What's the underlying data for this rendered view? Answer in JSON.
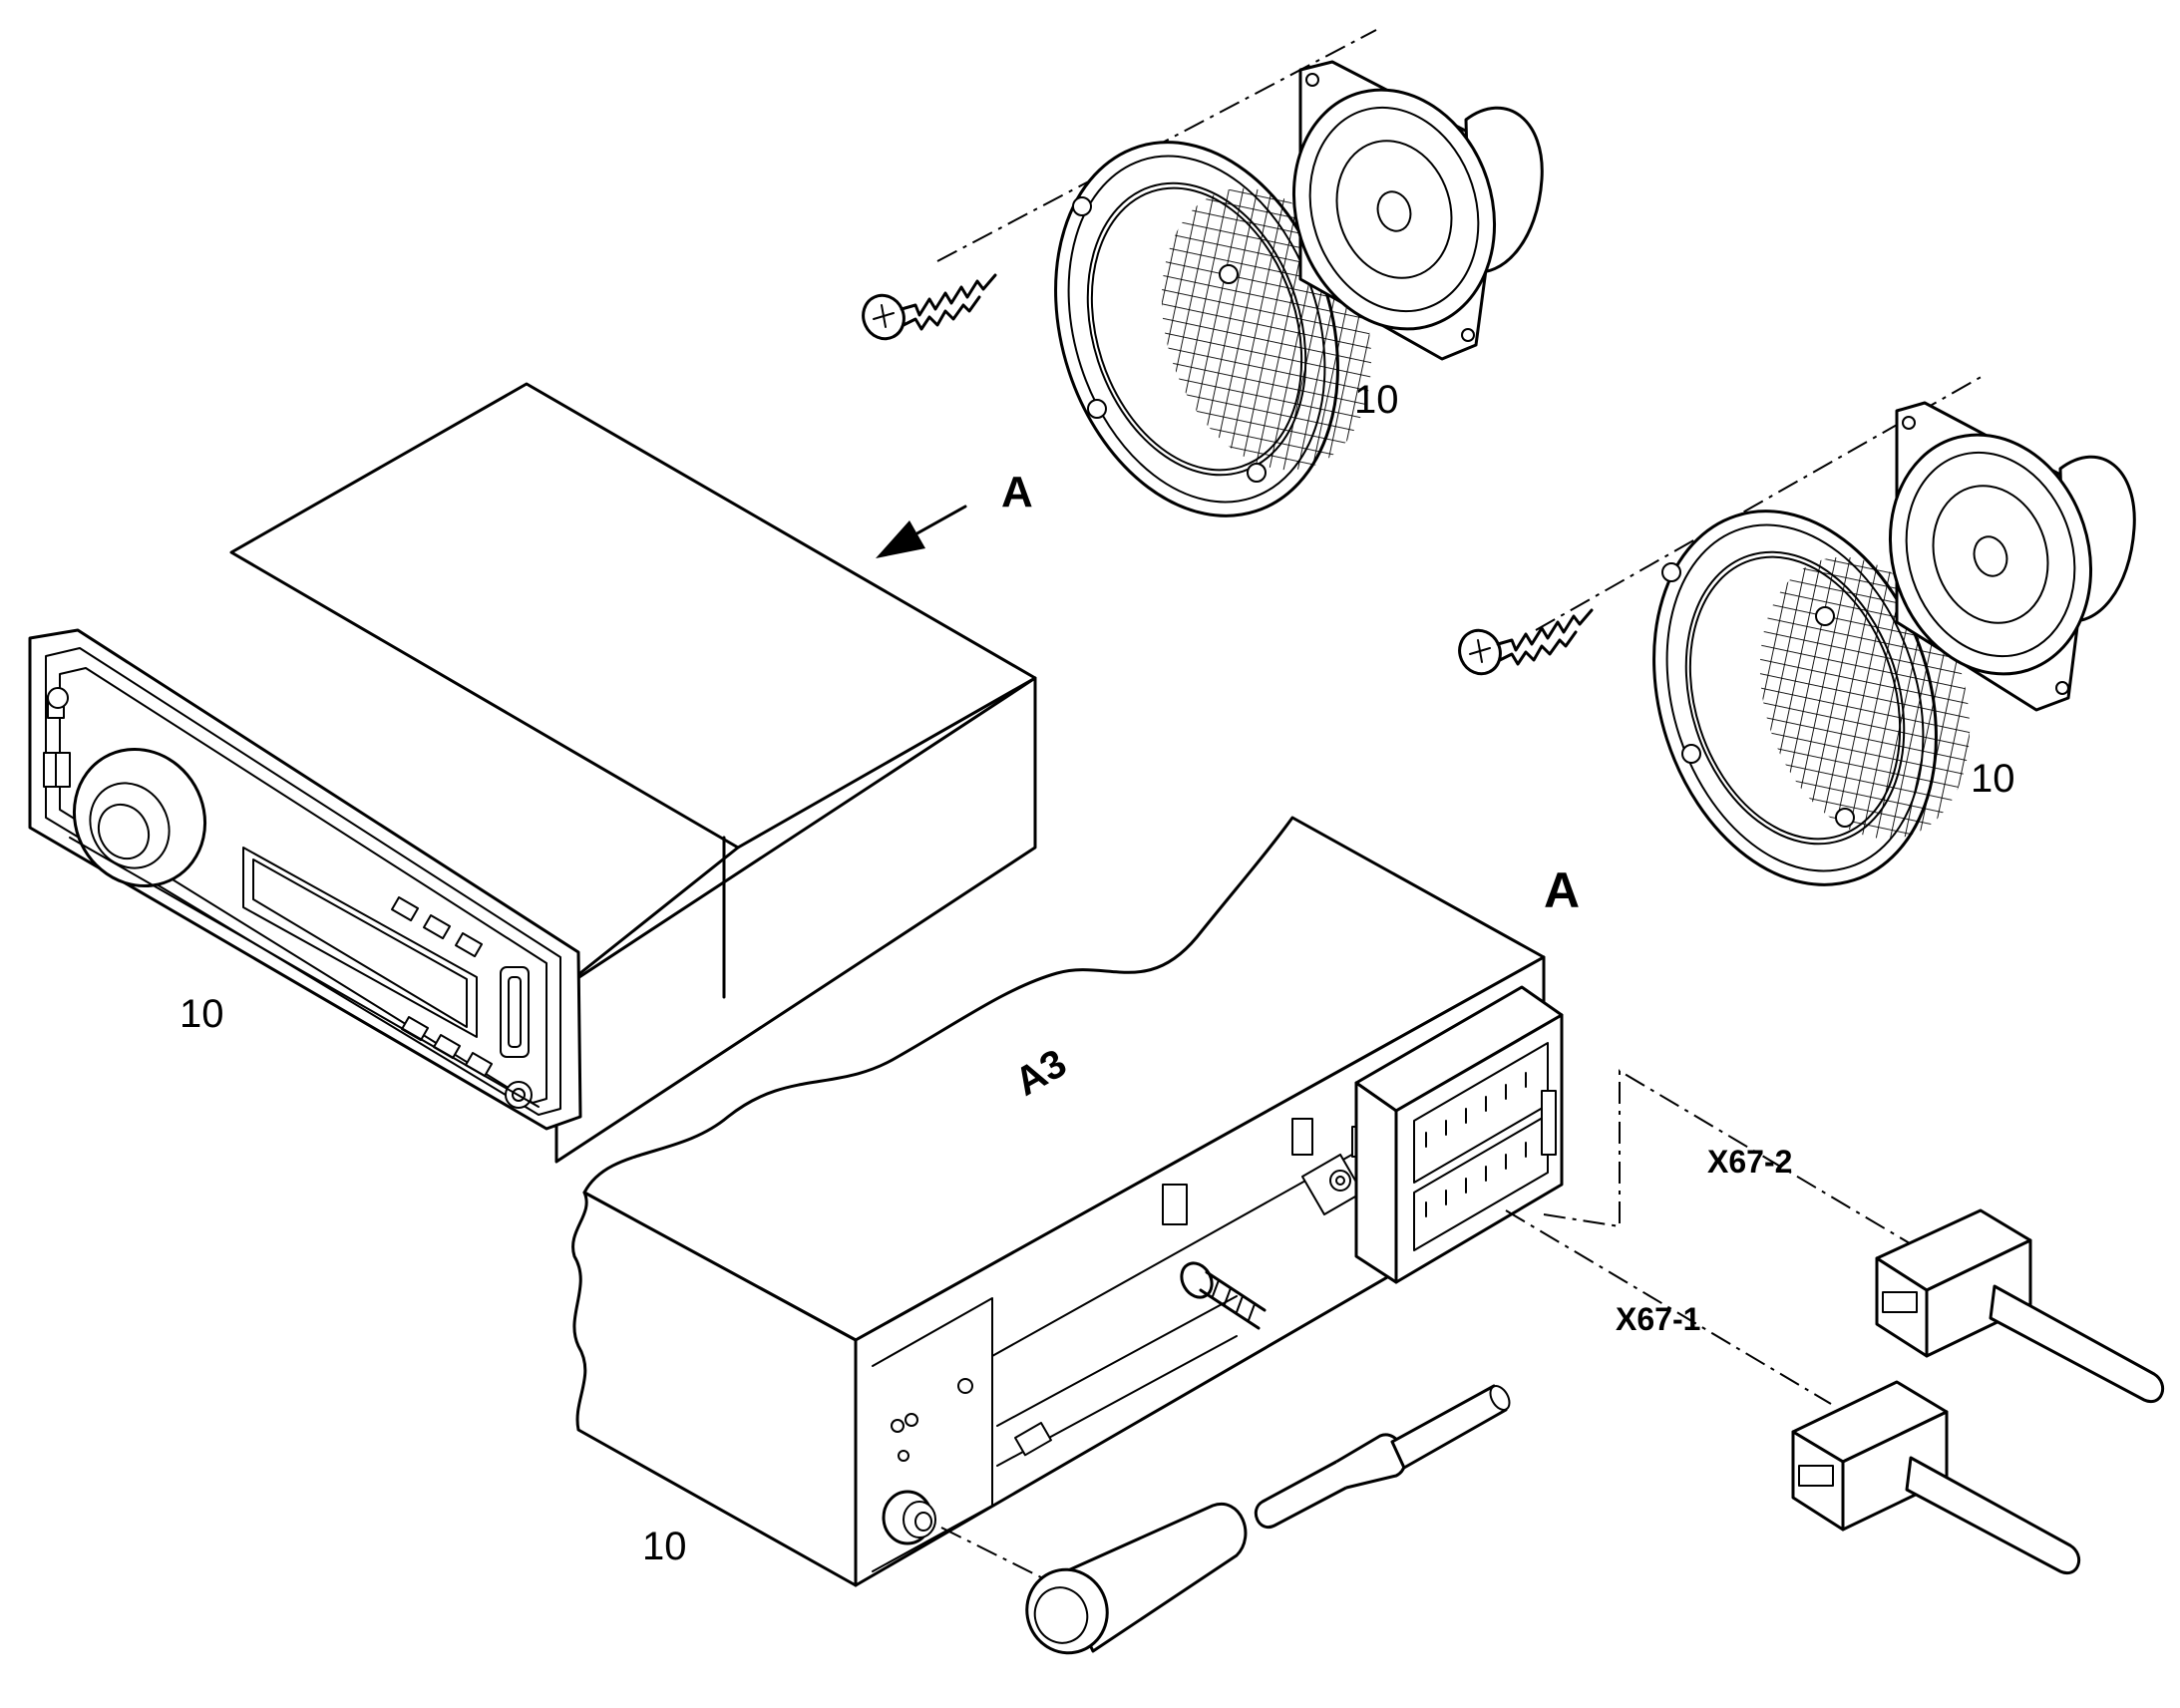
{
  "labels": {
    "item_radio": "10",
    "item_speaker_upper": "10",
    "item_speaker_lower": "10",
    "item_radio_rear": "10",
    "view_arrow": "A",
    "view_title": "A",
    "radio_ref": "A3",
    "connector_x67_2": "X67-2",
    "connector_x67_1": "X67-1"
  }
}
